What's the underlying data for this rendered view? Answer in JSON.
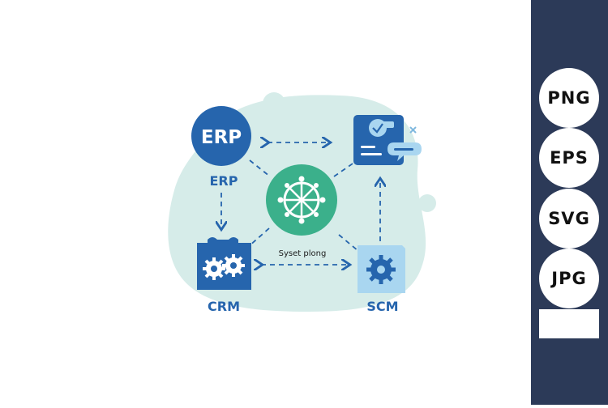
{
  "diagram": {
    "erp_icon_text": "ERP",
    "erp_label": "ERP",
    "center_label": "Syset plong",
    "crm_label": "CRM",
    "scm_label": "SCM"
  },
  "formats": [
    "PNG",
    "EPS",
    "SVG",
    "JPG"
  ],
  "colors": {
    "blob": "#d6ece9",
    "dark_blue": "#2665ad",
    "green": "#3bb08b",
    "light_blue": "#a9d6f0",
    "sidebar": "#2c3a58"
  }
}
